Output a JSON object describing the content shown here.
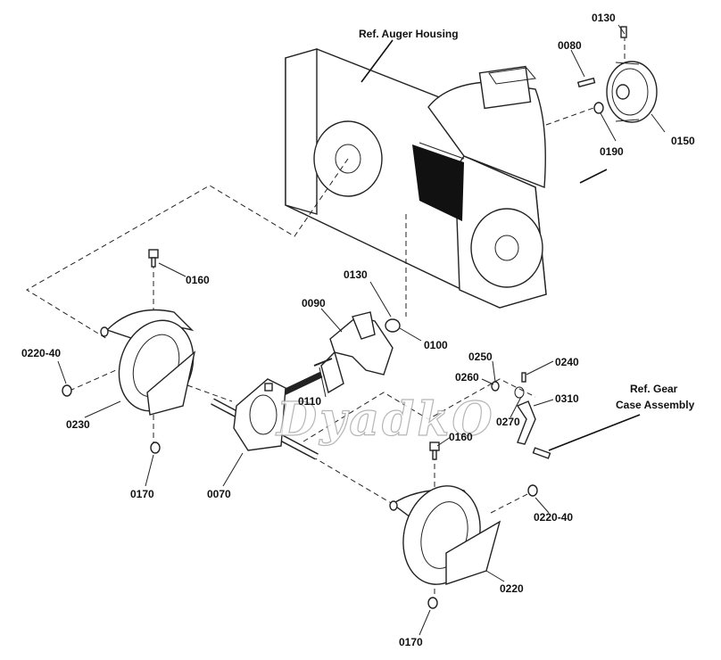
{
  "watermark": "DyadkO",
  "callouts": {
    "ref_auger_housing": "Ref. Auger Housing",
    "ref_gear_case_line1": "Ref. Gear",
    "ref_gear_case_line2": "Case Assembly",
    "p0130_top": "0130",
    "p0080": "0080",
    "p0190": "0190",
    "p0150": "0150",
    "p0160_left": "0160",
    "p0130_mid": "0130",
    "p0090": "0090",
    "p0100": "0100",
    "p0220_40_left": "0220-40",
    "p0110": "0110",
    "p0250": "0250",
    "p0240": "0240",
    "p0260": "0260",
    "p0310": "0310",
    "p0270": "0270",
    "p0230": "0230",
    "p0160_right": "0160",
    "p0170_left": "0170",
    "p0070": "0070",
    "p0220_40_right": "0220-40",
    "p0220": "0220",
    "p0170_bottom": "0170"
  }
}
